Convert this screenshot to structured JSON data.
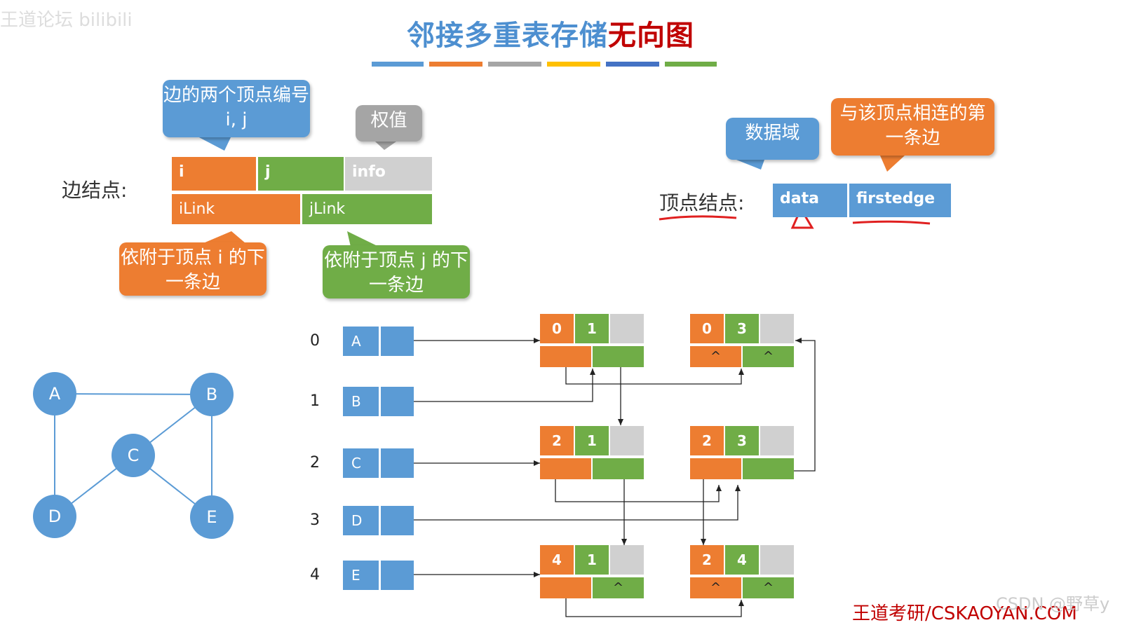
{
  "title": {
    "part1": "邻接多重表存储",
    "part2": "无向图"
  },
  "colors": [
    "#5b9bd5",
    "#ed7d31",
    "#a5a5a5",
    "#ffc000",
    "#4472c4",
    "#70ad47"
  ],
  "edge_node": {
    "label": "边结点:",
    "fields": {
      "i": "i",
      "j": "j",
      "info": "info",
      "ilink": "iLink",
      "jlink": "jLink"
    },
    "callouts": {
      "vertices": "边的两个顶点编号i, j",
      "weight": "权值",
      "ilink": "依附于顶点 i 的下一条边",
      "jlink": "依附于顶点 j 的下一条边"
    }
  },
  "vertex_node": {
    "label": "顶点结点:",
    "fields": {
      "data": "data",
      "firstedge": "firstedge"
    },
    "callouts": {
      "data": "数据域",
      "firstedge": "与该顶点相连的第一条边"
    }
  },
  "graph": {
    "nodes": [
      "A",
      "B",
      "C",
      "D",
      "E"
    ],
    "edges": [
      [
        "A",
        "B"
      ],
      [
        "A",
        "D"
      ],
      [
        "B",
        "C"
      ],
      [
        "B",
        "E"
      ],
      [
        "C",
        "D"
      ],
      [
        "C",
        "E"
      ]
    ]
  },
  "vertex_table": [
    {
      "index": "0",
      "data": "A"
    },
    {
      "index": "1",
      "data": "B"
    },
    {
      "index": "2",
      "data": "C"
    },
    {
      "index": "3",
      "data": "D"
    },
    {
      "index": "4",
      "data": "E"
    }
  ],
  "edge_table": [
    {
      "i": "0",
      "j": "1",
      "ilink": "",
      "jlink": ""
    },
    {
      "i": "0",
      "j": "3",
      "ilink": "^",
      "jlink": "^"
    },
    {
      "i": "2",
      "j": "1",
      "ilink": "",
      "jlink": ""
    },
    {
      "i": "2",
      "j": "3",
      "ilink": "",
      "jlink": ""
    },
    {
      "i": "4",
      "j": "1",
      "ilink": "",
      "jlink": "^"
    },
    {
      "i": "2",
      "j": "4",
      "ilink": "^",
      "jlink": "^"
    }
  ],
  "watermark": "王道论坛 bilibili",
  "footer": "王道考研/CSKAOYAN.COM",
  "csdn": "CSDN @野草y"
}
